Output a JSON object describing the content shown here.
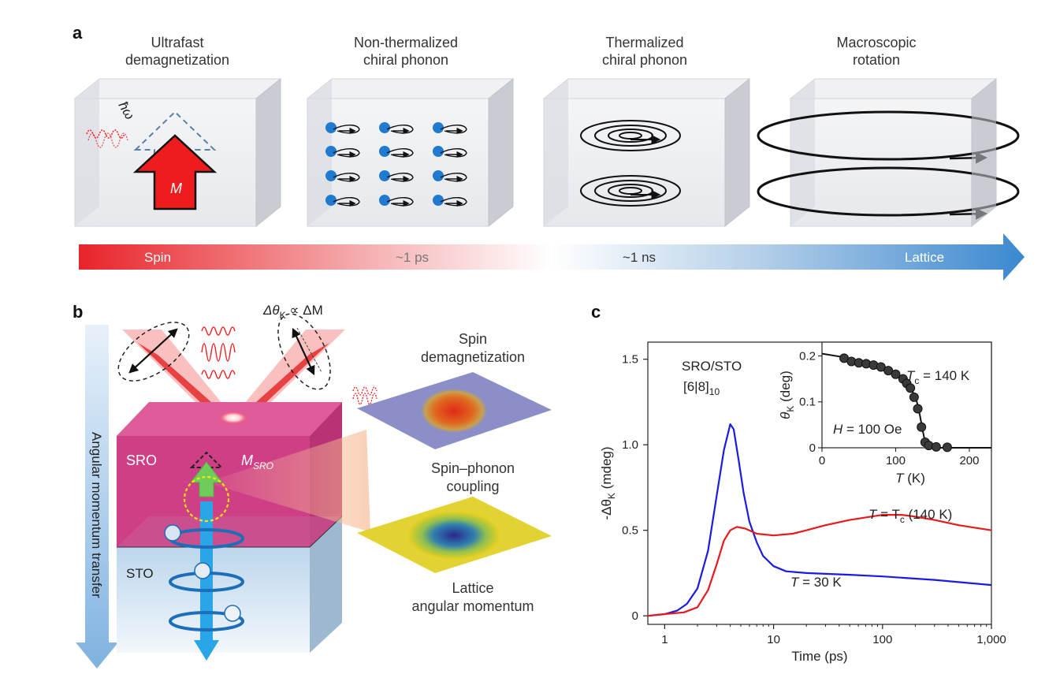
{
  "panels": {
    "a": {
      "label": "a",
      "stages": [
        {
          "line1": "Ultrafast",
          "line2": "demagnetization"
        },
        {
          "line1": "Non-thermalized",
          "line2": "chiral phonon"
        },
        {
          "line1": "Thermalized",
          "line2": "chiral phonon"
        },
        {
          "line1": "Macroscopic",
          "line2": "rotation"
        }
      ],
      "photon_label": "ħω",
      "moment_label": "M",
      "timeline": {
        "spin": "Spin",
        "t1": "~1 ps",
        "t2": "~1 ns",
        "lattice": "Lattice"
      }
    },
    "b": {
      "label": "b",
      "kerr_relation": "Δθ",
      "kerr_relation_sub": "K",
      "kerr_relation_rhs": " ∝ ΔM",
      "sro": "SRO",
      "sto": "STO",
      "m_sro": "M",
      "m_sro_sub": "SRO",
      "transfer_arrow": "Angular momentum transfer",
      "steps": [
        {
          "line1": "Spin",
          "line2": "demagnetization"
        },
        {
          "line1": "Spin–phonon",
          "line2": "coupling"
        },
        {
          "line1": "Lattice",
          "line2": "angular momentum"
        }
      ]
    },
    "c": {
      "label": "c",
      "sample": "SRO/STO",
      "sample_layers": "[6|8]",
      "sample_layers_sub": "10",
      "colors": {
        "blue": "#1a1ae6",
        "red": "#e61a1a"
      }
    }
  },
  "chart_data": [
    {
      "type": "line",
      "title": "",
      "xlabel": "Time (ps)",
      "ylabel": "-Δθ",
      "ylabel_sub": "K",
      "ylabel_unit": " (mdeg)",
      "xscale": "log",
      "xlim": [
        0.7,
        1000
      ],
      "ylim": [
        -0.05,
        1.6
      ],
      "xticks": [
        1,
        10,
        100,
        1000
      ],
      "xtick_labels": [
        "1",
        "10",
        "100",
        "1,000"
      ],
      "yticks": [
        0,
        0.5,
        1.0,
        1.5
      ],
      "ytick_labels": [
        "0",
        "0.5",
        "1.0",
        "1.5"
      ],
      "series": [
        {
          "name": "T = 30 K",
          "color": "#1a1ae6",
          "x": [
            0.7,
            1,
            1.3,
            1.6,
            2,
            2.5,
            3,
            3.5,
            4,
            4.3,
            4.8,
            5.3,
            6,
            7,
            8,
            10,
            13,
            20,
            50,
            100,
            300,
            1000
          ],
          "y": [
            0,
            0.01,
            0.03,
            0.07,
            0.16,
            0.38,
            0.7,
            0.97,
            1.12,
            1.09,
            0.9,
            0.72,
            0.55,
            0.43,
            0.35,
            0.29,
            0.26,
            0.25,
            0.24,
            0.23,
            0.21,
            0.18
          ]
        },
        {
          "name": "T = T_c (140 K)",
          "color": "#e61a1a",
          "x": [
            0.7,
            1,
            1.5,
            2,
            2.5,
            3,
            3.5,
            4,
            4.6,
            5.5,
            7,
            10,
            15,
            20,
            30,
            50,
            100,
            150,
            200,
            300,
            500,
            1000
          ],
          "y": [
            0,
            0.01,
            0.02,
            0.05,
            0.15,
            0.3,
            0.44,
            0.5,
            0.52,
            0.51,
            0.48,
            0.47,
            0.48,
            0.5,
            0.53,
            0.56,
            0.59,
            0.59,
            0.58,
            0.56,
            0.53,
            0.5
          ]
        }
      ],
      "annotations": [
        {
          "text_main": "T",
          "text_rest": " = 30 K",
          "color": "#1a1ae6"
        },
        {
          "text_main": "T",
          "text_rest": " = T",
          "sub": "c",
          "tail": " (140 K)",
          "color": "#e61a1a"
        }
      ]
    },
    {
      "type": "scatter",
      "title": "",
      "xlabel": "T",
      "xlabel_unit": " (K)",
      "ylabel": "θ",
      "ylabel_sub": "K",
      "ylabel_unit": " (deg)",
      "xlim": [
        0,
        230
      ],
      "ylim": [
        0,
        0.23
      ],
      "xticks": [
        0,
        100,
        200
      ],
      "xtick_labels": [
        "0",
        "100",
        "200"
      ],
      "yticks": [
        0,
        0.1,
        0.2
      ],
      "ytick_labels": [
        "0",
        "0.1",
        "0.2"
      ],
      "points": {
        "x": [
          30,
          40,
          50,
          60,
          70,
          80,
          90,
          100,
          110,
          115,
          120,
          125,
          130,
          135,
          140,
          145,
          155,
          170
        ],
        "y": [
          0.195,
          0.188,
          0.185,
          0.183,
          0.18,
          0.176,
          0.168,
          0.16,
          0.15,
          0.14,
          0.13,
          0.11,
          0.085,
          0.045,
          0.012,
          0.005,
          0.002,
          0.001
        ]
      },
      "fit": {
        "x": [
          0,
          30,
          60,
          90,
          110,
          120,
          128,
          133,
          137,
          140,
          143,
          150,
          230
        ],
        "y": [
          0.205,
          0.197,
          0.184,
          0.168,
          0.15,
          0.132,
          0.105,
          0.07,
          0.035,
          0.012,
          0.002,
          0,
          0
        ]
      },
      "annotations": [
        {
          "main": "T",
          "sub": "c",
          "rest": " = 140 K"
        },
        {
          "main": "H",
          "rest": " = 100 Oe"
        }
      ]
    }
  ]
}
